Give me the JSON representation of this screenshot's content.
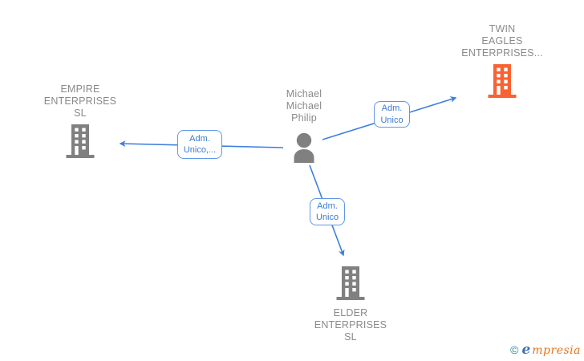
{
  "diagram": {
    "nodes": {
      "person": {
        "lines": [
          "Michael",
          "Michael",
          "Philip"
        ],
        "icon": "person-icon",
        "color": "#808080"
      },
      "empire": {
        "lines": [
          "EMPIRE",
          "ENTERPRISES",
          "SL"
        ],
        "icon": "building-icon",
        "color": "#808080"
      },
      "twin": {
        "lines": [
          "TWIN",
          "EAGLES",
          "ENTERPRISES..."
        ],
        "icon": "building-icon",
        "color": "#F96332"
      },
      "elder": {
        "lines": [
          "ELDER",
          "ENTERPRISES",
          "SL"
        ],
        "icon": "building-icon",
        "color": "#808080"
      }
    },
    "edges": [
      {
        "from": "person",
        "to": "empire",
        "label": [
          "Adm.",
          "Unico,..."
        ]
      },
      {
        "from": "person",
        "to": "twin",
        "label": [
          "Adm.",
          "Unico"
        ]
      },
      {
        "from": "person",
        "to": "elder",
        "label": [
          "Adm.",
          "Unico"
        ]
      }
    ]
  },
  "watermark": {
    "symbol": "©",
    "brand_initial": "e",
    "brand_rest": "mpresia"
  },
  "colors": {
    "edge_blue": "#3d7ee0",
    "edge_label_text": "#3b7bd4",
    "edge_label_border": "#5f97e3",
    "node_gray": "#808080",
    "twin_orange": "#F96332",
    "label_text_gray": "#8a8a8a",
    "logo_teal": "#2e7f92",
    "logo_blue": "#3f6fb8",
    "logo_orange": "#e8731a"
  }
}
